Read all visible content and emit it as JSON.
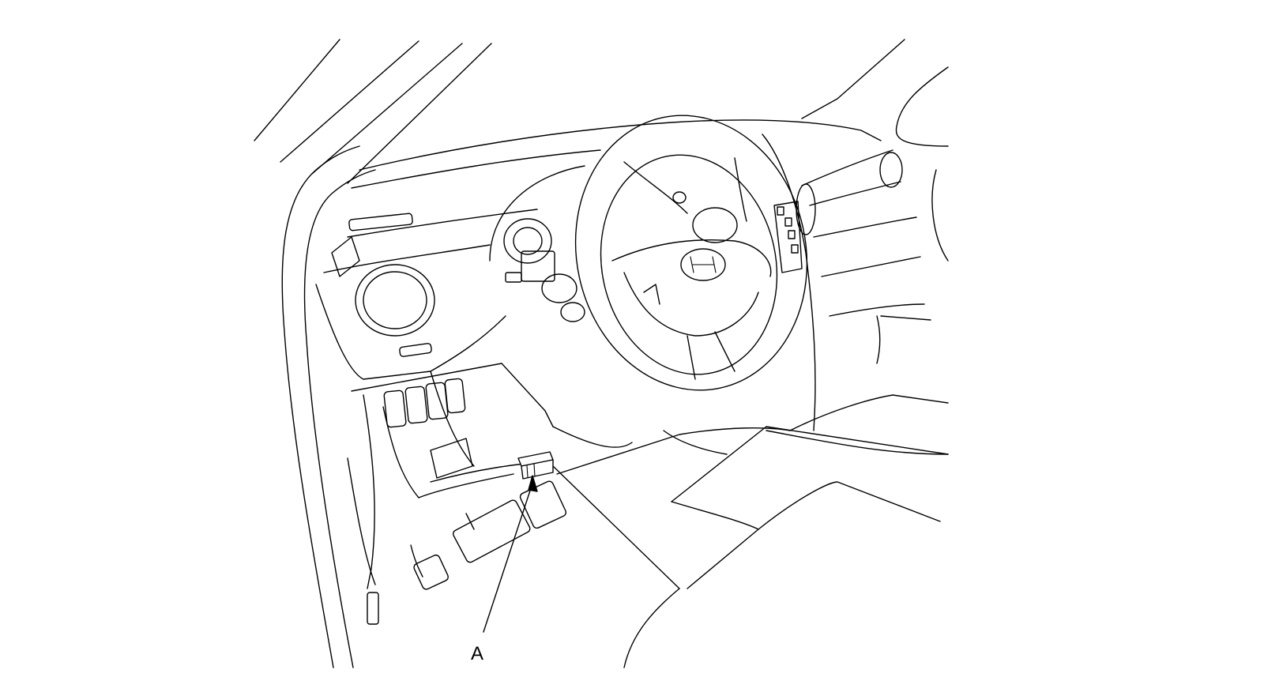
{
  "figure": {
    "callouts": [
      {
        "id": "A",
        "label": "A",
        "target": "dlc-connector"
      }
    ],
    "colors": {
      "line": "#000000",
      "background": "#ffffff"
    }
  }
}
